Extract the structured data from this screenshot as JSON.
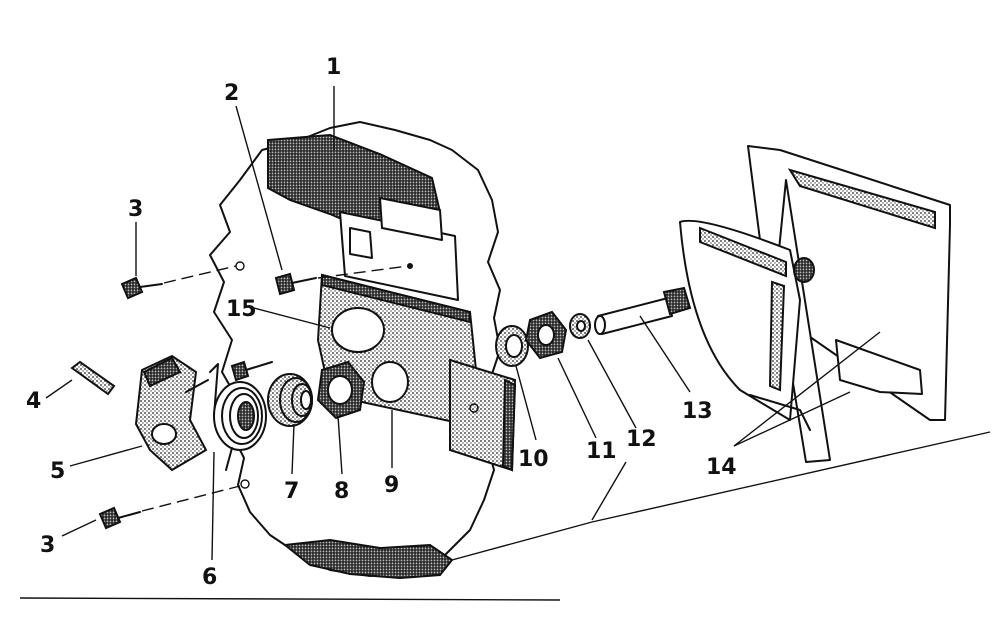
{
  "diagram": {
    "callouts": [
      {
        "id": "c1",
        "label": "1"
      },
      {
        "id": "c2",
        "label": "2"
      },
      {
        "id": "c3a",
        "label": "3"
      },
      {
        "id": "c3b",
        "label": "3"
      },
      {
        "id": "c4",
        "label": "4"
      },
      {
        "id": "c5",
        "label": "5"
      },
      {
        "id": "c6",
        "label": "6"
      },
      {
        "id": "c7",
        "label": "7"
      },
      {
        "id": "c8",
        "label": "8"
      },
      {
        "id": "c9",
        "label": "9"
      },
      {
        "id": "c10",
        "label": "10"
      },
      {
        "id": "c11",
        "label": "11"
      },
      {
        "id": "c12",
        "label": "12"
      },
      {
        "id": "c13",
        "label": "13"
      },
      {
        "id": "c14",
        "label": "14"
      },
      {
        "id": "c15",
        "label": "15"
      }
    ]
  }
}
